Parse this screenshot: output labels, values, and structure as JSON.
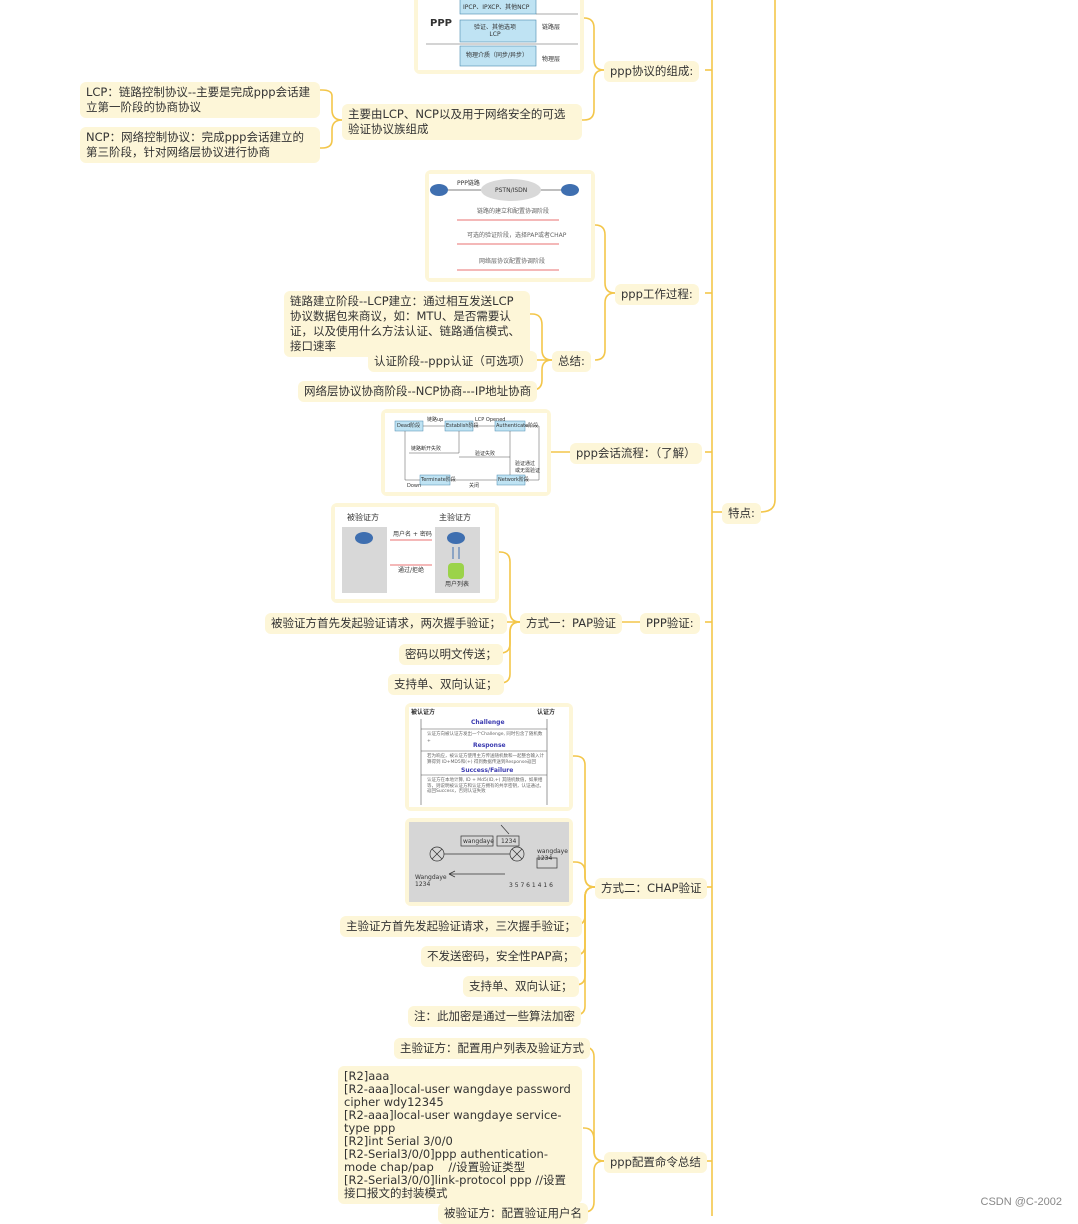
{
  "nodes": {
    "tedian": "特点:",
    "zucheng": "ppp协议的组成:",
    "zucheng_main": "主要由LCP、NCP以及用于网络安全的可选验证协议族组成",
    "lcp": "LCP：链路控制协议--主要是完成ppp会话建立第一阶段的协商协议",
    "ncp": "NCP：网络控制协议：完成ppp会话建立的第三阶段，针对网络层协议进行协商",
    "guocheng": "ppp工作过程:",
    "zongjie": "总结:",
    "stage1": "链路建立阶段--LCP建立：通过相互发送LCP协议数据包来商议，如：MTU、是否需要认证，以及使用什么方法认证、链路通信模式、接口速率",
    "stage2": "认证阶段--ppp认证（可选项）",
    "stage3": "网络层协议协商阶段--NCP协商---IP地址协商",
    "liucheng": "ppp会话流程：（了解）",
    "ppp_auth": "PPP验证:",
    "pap": "方式一：PAP验证",
    "pap_1": "被验证方首先发起验证请求，两次握手验证；",
    "pap_2": "密码以明文传送；",
    "pap_3": "支持单、双向认证；",
    "chap": "方式二：CHAP验证",
    "chap_1": "主验证方首先发起验证请求，三次握手验证；",
    "chap_2": "不发送密码，安全性PAP高；",
    "chap_3": "支持单、双向认证；",
    "chap_4": "注：此加密是通过一些算法加密",
    "config": "ppp配置命令总结",
    "config_main": "主验证方：配置用户列表及验证方式",
    "config_cmds": "[R2]aaa\n[R2-aaa]local-user wangdaye password cipher wdy12345\n[R2-aaa]local-user wangdaye service-type ppp\n[R2]int Serial 3/0/0\n[R2-Serial3/0/0]ppp authentication-mode chap/pap    //设置验证类型\n[R2-Serial3/0/0]link-protocol ppp //设置接口报文的封装模式",
    "config_peer": "被验证方：配置验证用户名"
  },
  "img_ppp_stack": {
    "label": "PPP",
    "row1": "IPCP、IPXCP、其他NCP",
    "row2": "验证、其他选项\nLCP",
    "row3": "物理介质（同步/异步）",
    "side2": "链路层",
    "side3": "物理层"
  },
  "img_work": {
    "link": "PPP链路",
    "cloud": "PSTN/ISDN",
    "l1": "链路的建立和配置协调阶段",
    "l2": "可选的验证阶段，选择PAP或者CHAP",
    "l3": "网络层协议配置协调阶段"
  },
  "img_flow": {
    "dead": "Dead阶段",
    "establish": "Establish阶段",
    "auth": "Authenticate阶段",
    "terminate": "Terminate阶段",
    "network": "Network阶段",
    "e1": "链路up",
    "e2": "LCP Opened",
    "e3": "链路断开失败",
    "e4": "验证失败",
    "e5": "验证通过\n或无需验证",
    "e6": "Down",
    "e7": "关闭"
  },
  "img_pap": {
    "peer": "被验证方",
    "main": "主验证方",
    "msg1": "用户名 + 密码",
    "msg2": "通过/拒绝",
    "db": "用户列表"
  },
  "img_chap": {
    "left": "被认证方",
    "right": "认证方",
    "h1": "Challenge",
    "t1": "认证方向被认证方发出一个Challenge, 同时包含了随机数 +",
    "h2": "Response",
    "t2": "若为响应，被认证方使用主方传送随机数和一起整合输入计算得到 ID+MD5和(+) 得到数据传送到Response返回",
    "h3": "Success/Failure",
    "t3": "认证方在本地计算, ID + Md5(ID,+) 其随机数值，如果相等，则说明被认证方和认证方拥有的共享密钥，认证通过。返回Success，否则认证失败"
  },
  "img_hand": {
    "a": "wangdaye",
    "b": "1234",
    "c": "Wangdaye\n1234",
    "d": "wangdaye\n1234",
    "e": "3 5 7 6 1 4 1 6"
  },
  "watermark": "CSDN @C-2002"
}
